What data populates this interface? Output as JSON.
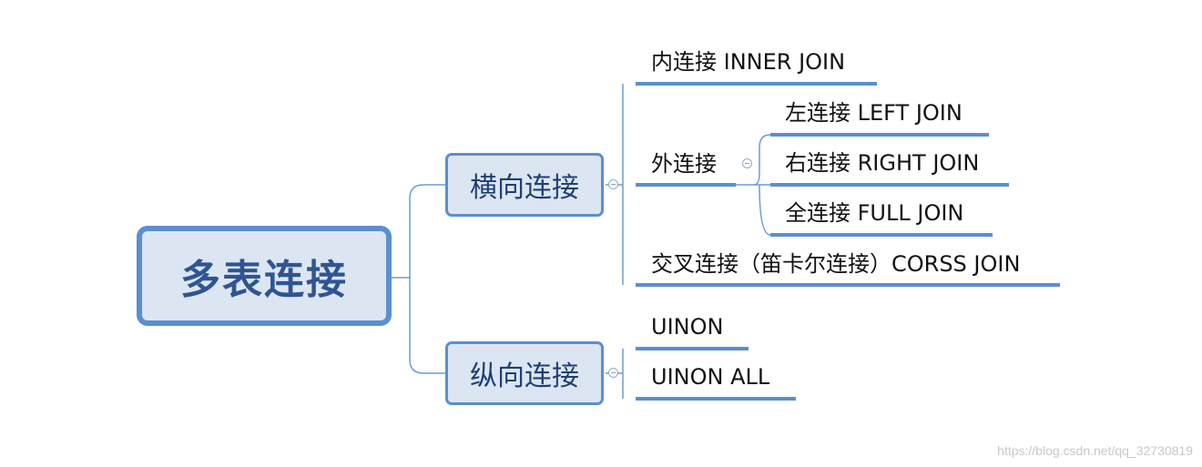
{
  "root": {
    "label": "多表连接"
  },
  "branches": [
    {
      "label": "横向连接",
      "children": [
        {
          "label": "内连接 INNER JOIN"
        },
        {
          "label": "外连接",
          "children": [
            {
              "label": "左连接 LEFT JOIN"
            },
            {
              "label": "右连接 RIGHT JOIN"
            },
            {
              "label": "全连接 FULL JOIN"
            }
          ]
        },
        {
          "label": "交叉连接（笛卡尔连接）CORSS JOIN"
        }
      ]
    },
    {
      "label": "纵向连接",
      "children": [
        {
          "label": "UINON"
        },
        {
          "label": "UINON ALL"
        }
      ]
    }
  ],
  "watermark": "https://blog.csdn.net/qq_32730819",
  "colors": {
    "node_border": "#5b8fd0",
    "node_fill": "#dce6f2",
    "connector": "#6f9ad6"
  }
}
